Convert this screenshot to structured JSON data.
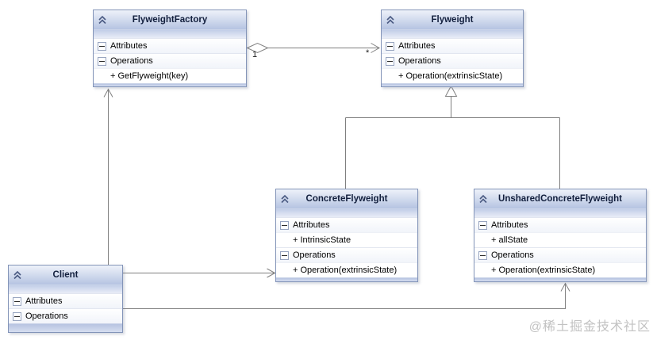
{
  "diagram": {
    "classes": {
      "flyweight_factory": {
        "title": "FlyweightFactory",
        "attributes_label": "Attributes",
        "operations_label": "Operations",
        "operations": [
          "+ GetFlyweight(key)"
        ]
      },
      "flyweight": {
        "title": "Flyweight",
        "attributes_label": "Attributes",
        "operations_label": "Operations",
        "operations": [
          "+ Operation(extrinsicState)"
        ]
      },
      "concrete_flyweight": {
        "title": "ConcreteFlyweight",
        "attributes_label": "Attributes",
        "attributes": [
          "+ IntrinsicState"
        ],
        "operations_label": "Operations",
        "operations": [
          "+ Operation(extrinsicState)"
        ]
      },
      "unshared_concrete_flyweight": {
        "title": "UnsharedConcreteFlyweight",
        "attributes_label": "Attributes",
        "attributes": [
          "+ allState"
        ],
        "operations_label": "Operations",
        "operations": [
          "+ Operation(extrinsicState)"
        ]
      },
      "client": {
        "title": "Client",
        "attributes_label": "Attributes",
        "operations_label": "Operations"
      }
    },
    "relations": {
      "aggregation_multiplicity_source": "1",
      "aggregation_multiplicity_target": "*"
    },
    "watermark": "@稀土掘金技术社区",
    "colors": {
      "header_blue": "#b5c3e2",
      "box_border": "#8394b8",
      "connector_gray": "#7f7f7f",
      "watermark_gray": "#c2c2c2"
    }
  }
}
